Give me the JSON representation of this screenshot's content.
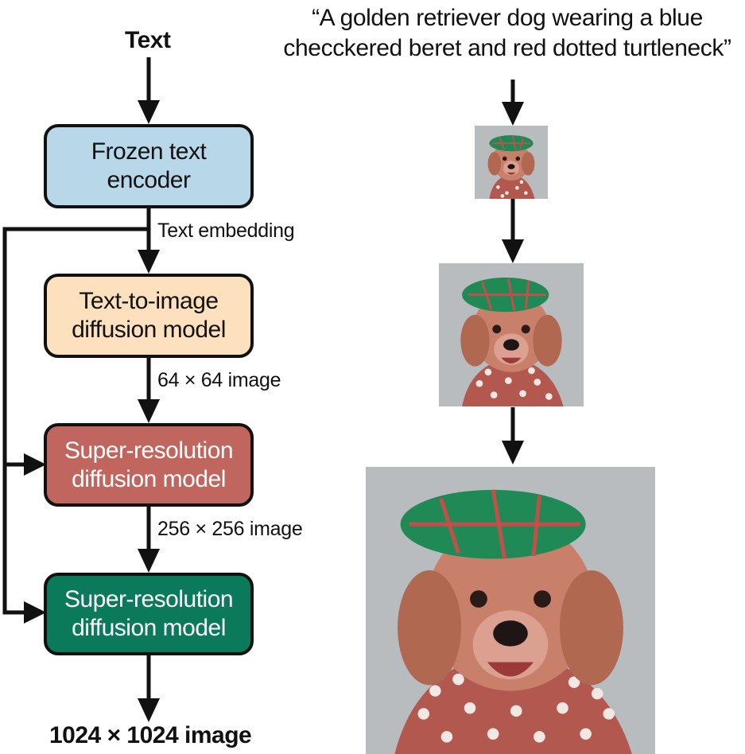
{
  "left": {
    "input_label": "Text",
    "boxes": {
      "encoder": {
        "label": "Frozen text\nencoder",
        "color": "#b8d8ea"
      },
      "t2i": {
        "label": "Text-to-image\ndiffusion model",
        "color": "#fde0bd"
      },
      "sr1": {
        "label": "Super-resolution\ndiffusion model",
        "color": "#c0665f"
      },
      "sr2": {
        "label": "Super-resolution\ndiffusion model",
        "color": "#0b7a5a"
      }
    },
    "edges": {
      "embedding": "Text embedding",
      "img64": "64 × 64 image",
      "img256": "256 × 256 image"
    },
    "output_label": "1024 × 1024 image"
  },
  "right": {
    "prompt": "“A golden retriever dog wearing a blue\nchecckered beret and red dotted turtleneck”"
  }
}
